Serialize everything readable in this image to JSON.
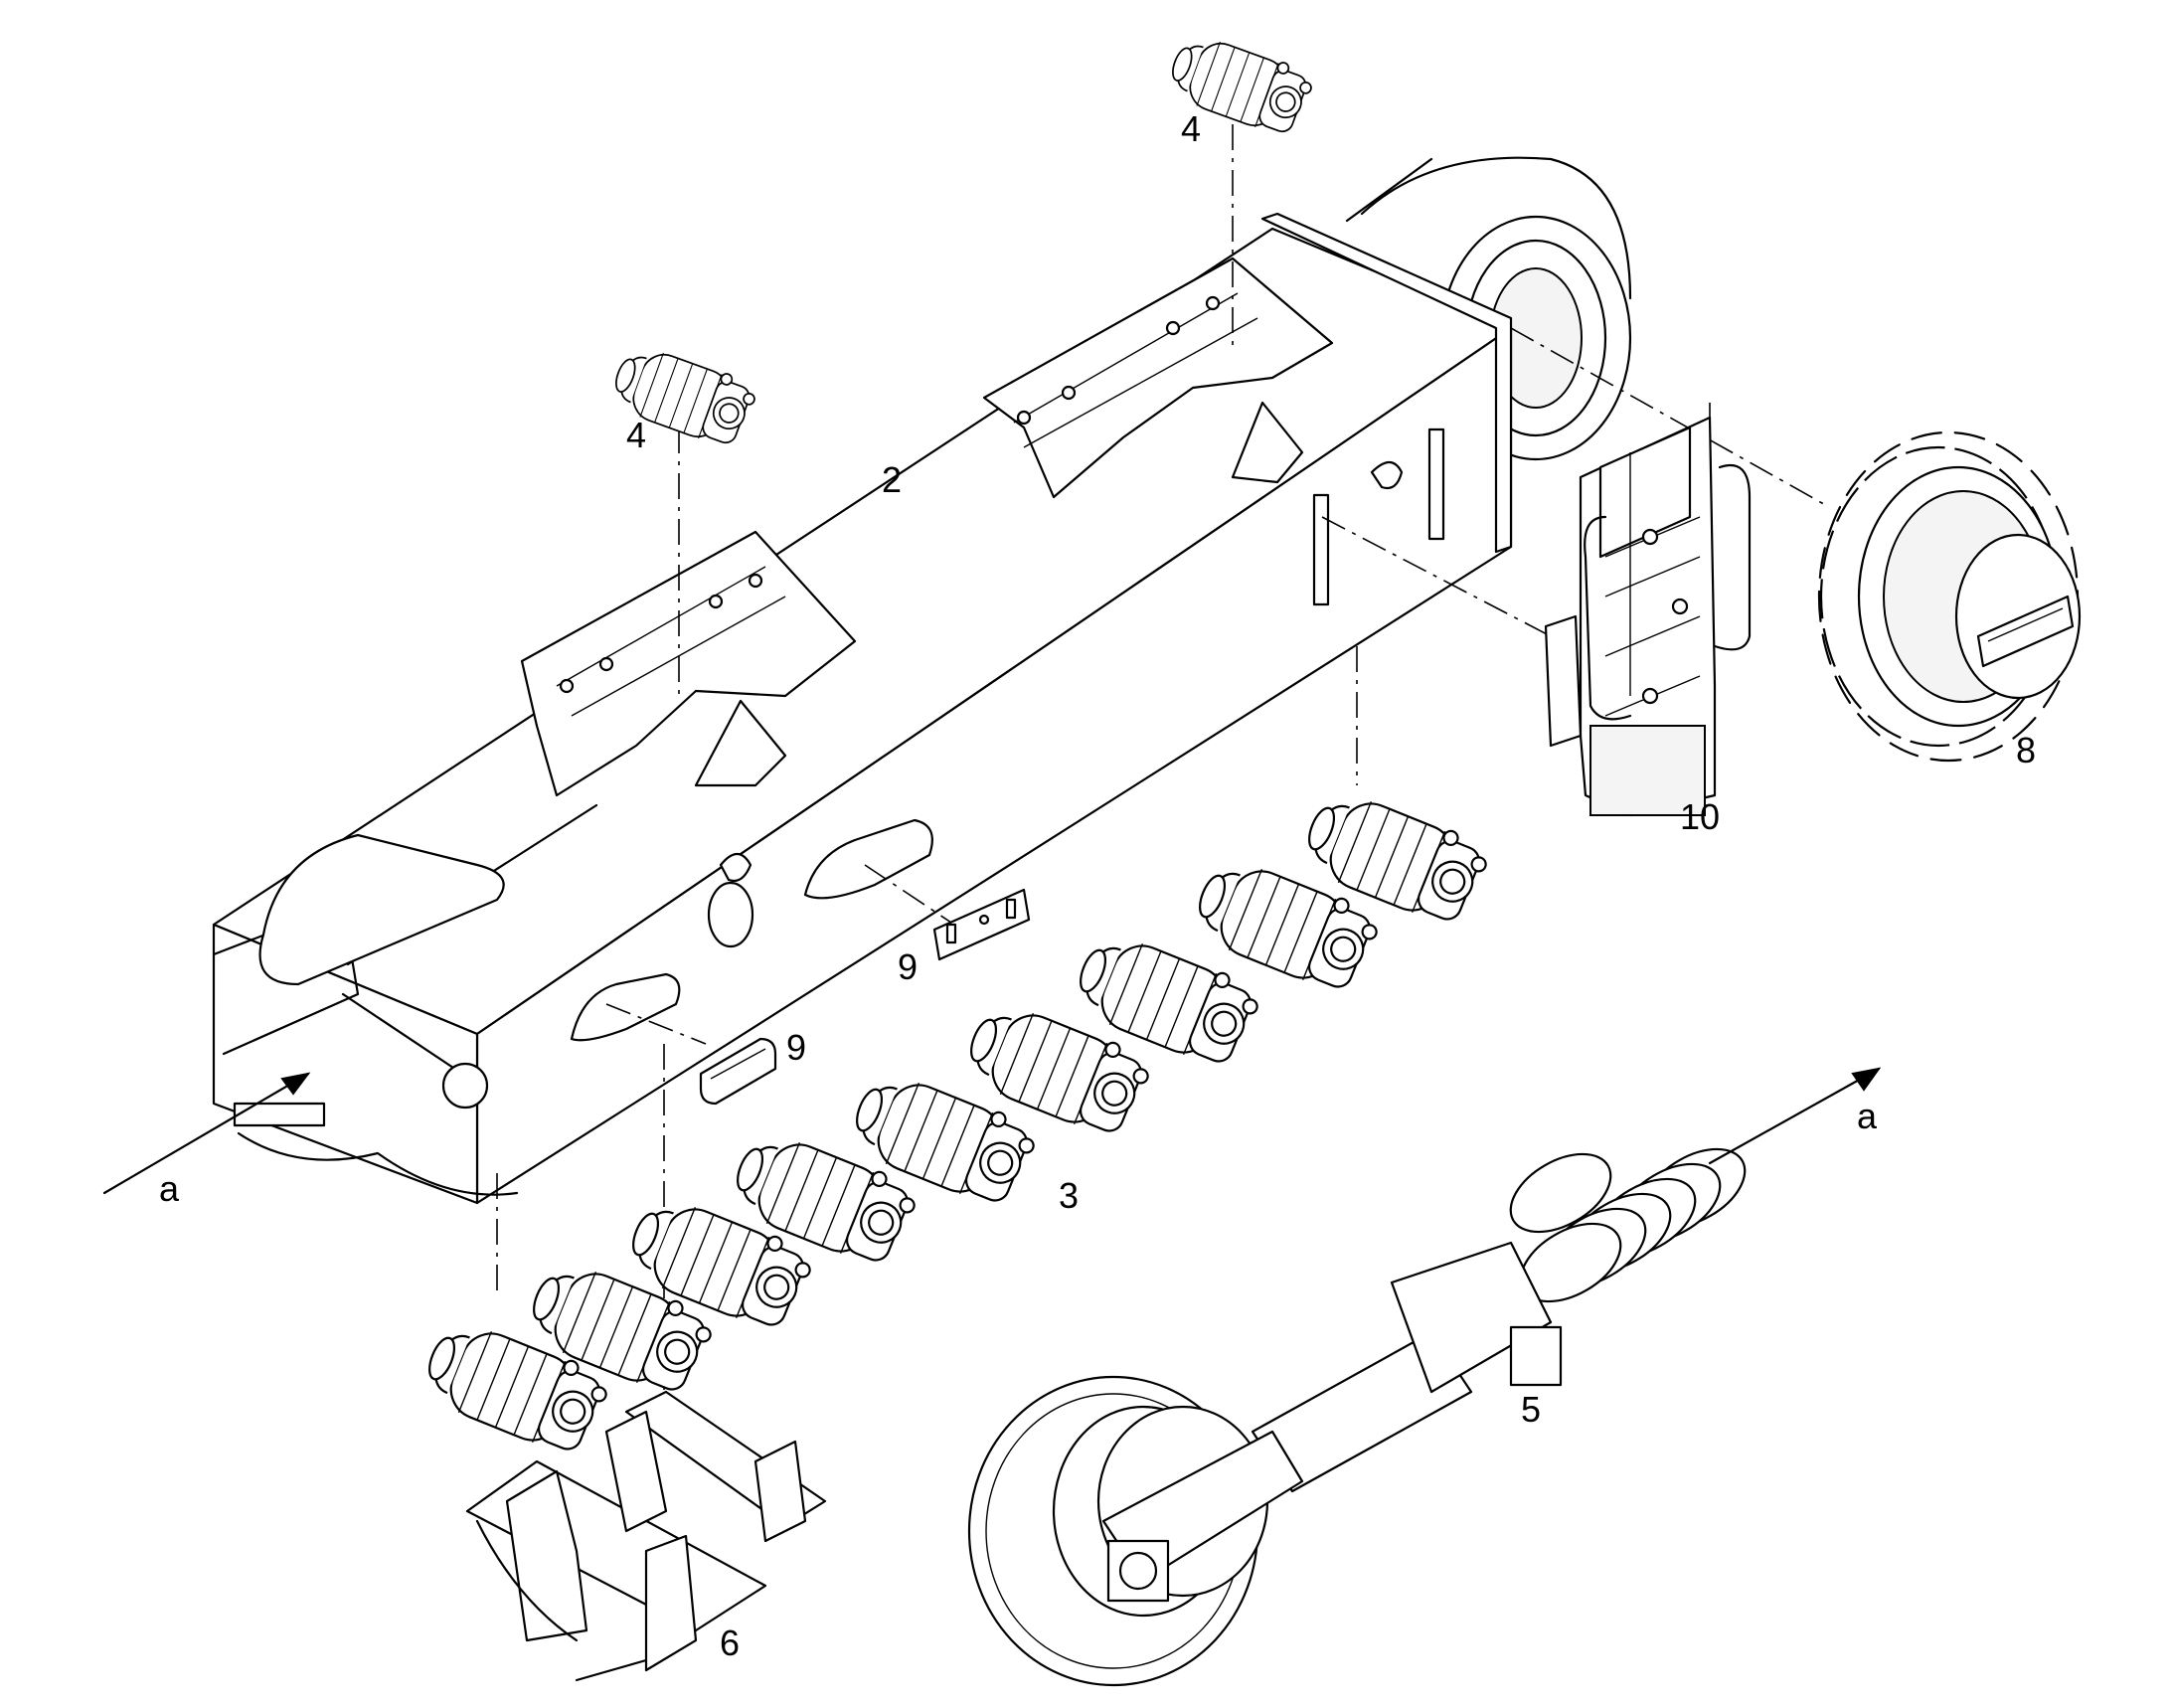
{
  "callouts": {
    "frame": "2",
    "bottom_rollers": "3",
    "top_roller_left": "4",
    "top_roller_right": "4",
    "idler_tensioner": "5",
    "roller_guard": "6",
    "sprocket": "8",
    "cover_plate_upper": "9",
    "cover_plate_lower": "9",
    "track_guide": "10"
  },
  "arrows": {
    "input_label": "a",
    "output_label": "a"
  },
  "colors": {
    "line": "#000000",
    "background": "#ffffff"
  }
}
